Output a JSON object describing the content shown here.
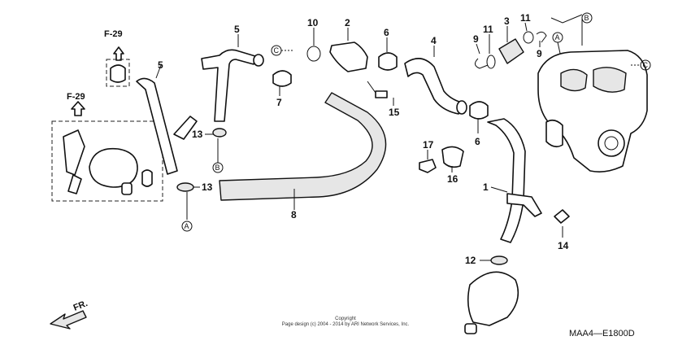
{
  "callouts": {
    "c1": "1",
    "c2": "2",
    "c3": "3",
    "c4": "4",
    "c5a": "5",
    "c5b": "5",
    "c6a": "6",
    "c6b": "6",
    "c7": "7",
    "c8": "8",
    "c9a": "9",
    "c9b": "9",
    "c10": "10",
    "c11a": "11",
    "c11b": "11",
    "c12": "12",
    "c13a": "13",
    "c13b": "13",
    "c14": "14",
    "c15": "15",
    "c16": "16",
    "c17": "17"
  },
  "refs": {
    "f29_top": "F-29",
    "f29_left": "F-29"
  },
  "markers": {
    "a1": "A",
    "a2": "A",
    "b1": "B",
    "b2": "B",
    "c_1": "C",
    "c_2": "C"
  },
  "direction_label": "FR.",
  "copyright": {
    "line1": "Copyright",
    "line2": "Page design (c) 2004 - 2014 by ARI Network Services, Inc."
  },
  "diagram_code": "MAA4—E1800D"
}
